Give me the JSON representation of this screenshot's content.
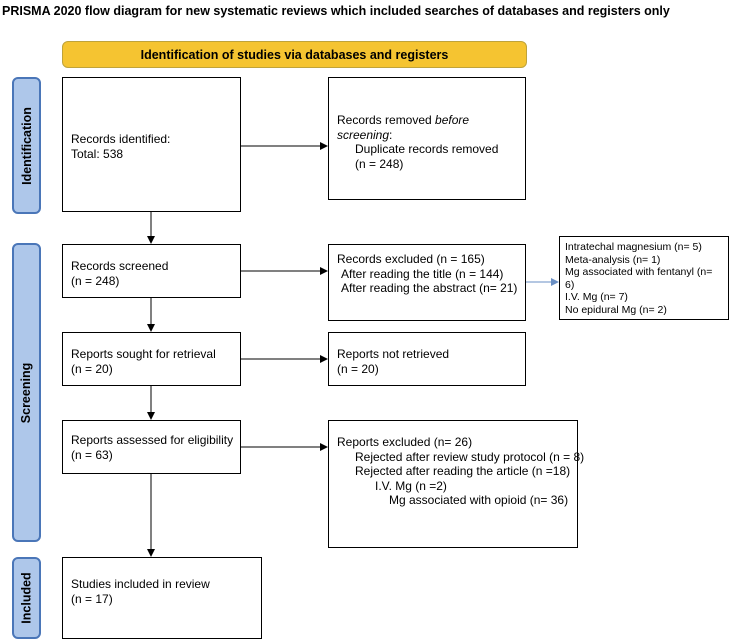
{
  "title": "PRISMA 2020 flow diagram for new systematic reviews which included searches of databases and registers only",
  "banner": "Identification of studies via databases and registers",
  "phases": {
    "identification": "Identification",
    "screening": "Screening",
    "included": "Included"
  },
  "identified": {
    "line1": "Records identified:",
    "line2": "Total: 538"
  },
  "removed": {
    "line1_a": "Records removed ",
    "line1_b": "before",
    "line2": "screening",
    "line2_suffix": ":",
    "line3": "Duplicate records removed",
    "line4": "(n = 248)"
  },
  "screened": {
    "line1": "Records screened",
    "line2": "(n = 248)"
  },
  "excluded": {
    "line1": "Records excluded (n = 165)",
    "line2": "After reading the title (n = 144)",
    "line3": "After reading the abstract (n= 21)"
  },
  "abstract_detail": {
    "line1": "Intratechal magnesium (n= 5)",
    "line2": "Meta-analysis (n= 1)",
    "line3": "Mg associated with fentanyl (n=",
    "line4": "6)",
    "line5": "I.V. Mg (n= 7)",
    "line6": "No epidural Mg (n= 2)"
  },
  "sought": {
    "line1": "Reports sought for retrieval",
    "line2": "(n = 20)"
  },
  "not_retrieved": {
    "line1": "Reports not retrieved",
    "line2": "(n = 20)"
  },
  "assessed": {
    "line1": "Reports assessed for eligibility",
    "line2": "(n = 63)"
  },
  "reports_excluded": {
    "line1": "Reports excluded (n= 26)",
    "line2": "Rejected after review study protocol (n = 8)",
    "line3": "Rejected after reading the article (n =18)",
    "line4": "I.V. Mg (n =2)",
    "line5": "Mg associated with opioid (n= 36)"
  },
  "included": {
    "line1": "Studies included in review",
    "line2": "(n = 17)"
  },
  "colors": {
    "banner": "#f5c431",
    "phase_fill": "#aec7ea",
    "phase_border": "#4a76b8",
    "side_arrow": "#6a8fc4"
  }
}
